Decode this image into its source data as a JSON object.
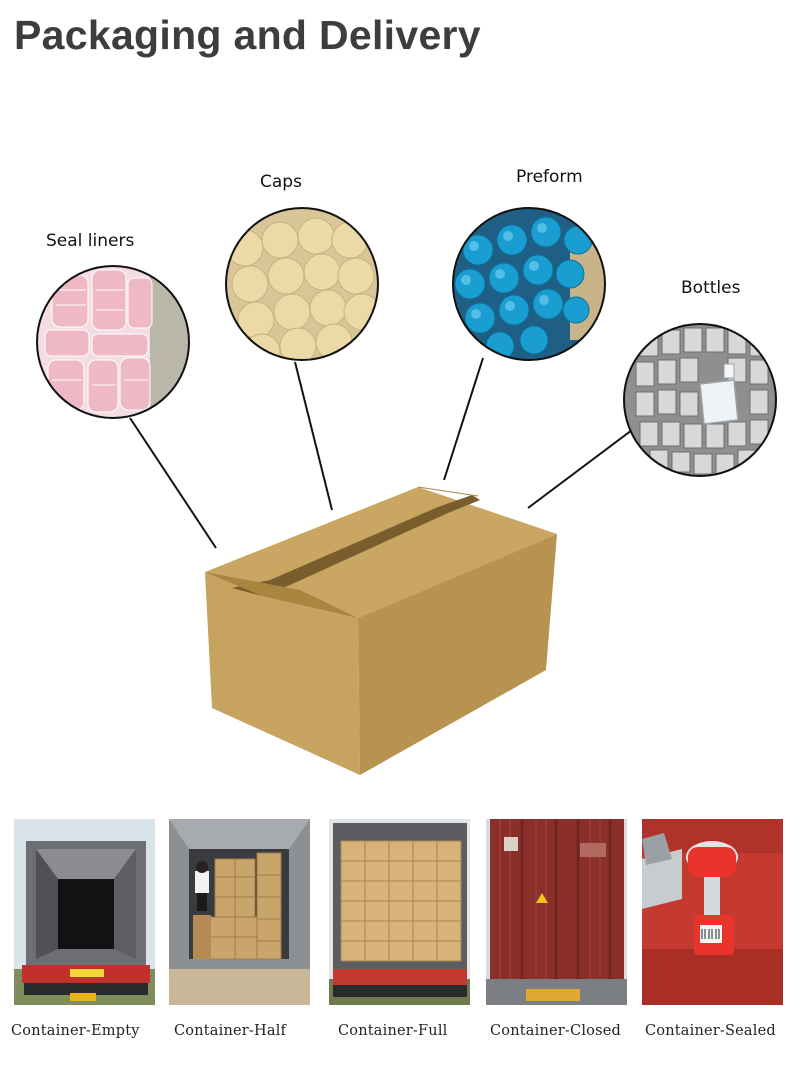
{
  "page": {
    "title": "Packaging and Delivery"
  },
  "products": [
    {
      "label": "Seal liners",
      "icon": "seal-liners-photo-icon"
    },
    {
      "label": "Caps",
      "icon": "caps-photo-icon"
    },
    {
      "label": "Preform",
      "icon": "preform-photo-icon"
    },
    {
      "label": "Bottles",
      "icon": "bottles-photo-icon"
    }
  ],
  "containers": [
    {
      "label": "Container-Empty",
      "icon": "container-empty-photo-icon"
    },
    {
      "label": "Container-Half",
      "icon": "container-half-photo-icon"
    },
    {
      "label": "Container-Full",
      "icon": "container-full-photo-icon"
    },
    {
      "label": "Container-Closed",
      "icon": "container-closed-photo-icon"
    },
    {
      "label": "Container-Sealed",
      "icon": "container-sealed-photo-icon"
    }
  ],
  "colors": {
    "title": "#3d3d3d",
    "box_top": "#c9a763",
    "box_front": "#c7a360",
    "box_side": "#b8924f",
    "preform_blue": "#1a9dd0",
    "cap_cream": "#ecd9a8",
    "liner_pink": "#f0c4cf",
    "container_red": "#8a2f2a"
  }
}
